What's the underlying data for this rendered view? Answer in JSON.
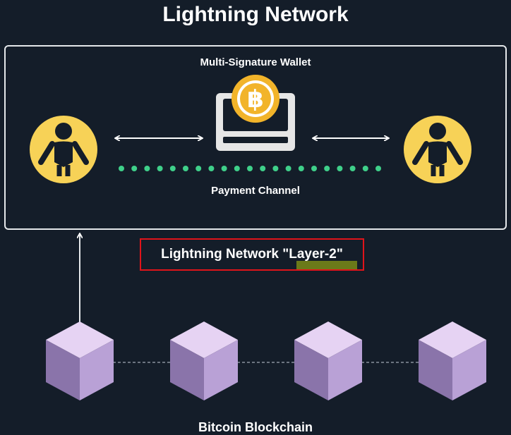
{
  "title": "Lightning Network",
  "wallet": {
    "label": "Multi-Signature Wallet",
    "coin_symbol": "฿"
  },
  "channel": {
    "label": "Payment Channel"
  },
  "layer": {
    "label": "Lightning Network \"Layer-2\""
  },
  "blockchain": {
    "label": "Bitcoin Blockchain",
    "block_count": 4
  },
  "colors": {
    "background": "#141d29",
    "person": "#f7d257",
    "coin": "#f2b42a",
    "channel_dots": "#3fd08a",
    "block_top": "#e6d3f3",
    "block_left": "#8a74aa",
    "block_right": "#b9a1d6",
    "highlight_box": "#e0141a"
  },
  "icons": [
    "person-icon",
    "wallet-icon",
    "bitcoin-coin-icon",
    "double-arrow-icon",
    "block-icon"
  ]
}
